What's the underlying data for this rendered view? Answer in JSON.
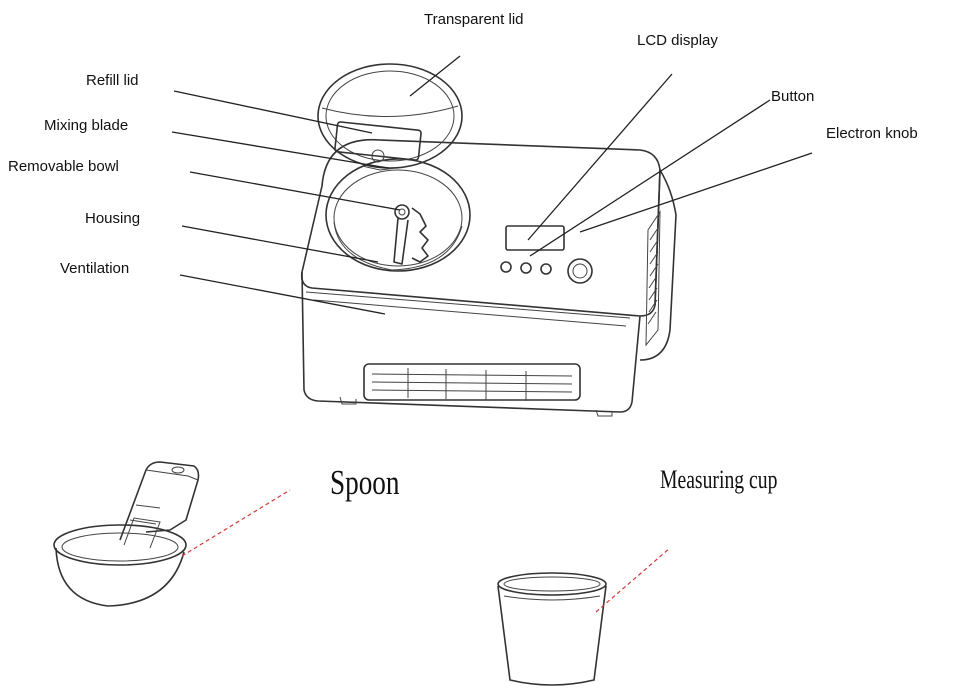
{
  "labels": {
    "transparent_lid": "Transparent lid",
    "lcd_display": "LCD display",
    "refill_lid": "Refill lid",
    "button": "Button",
    "mixing_blade": "Mixing blade",
    "electron_knob": "Electron knob",
    "removable_bowl": "Removable bowl",
    "housing": "Housing",
    "ventilation": "Ventilation"
  },
  "accessories": {
    "spoon": "Spoon",
    "measuring_cup": "Measuring cup"
  },
  "colors": {
    "line": "#222222",
    "accessory_leader": "#d23a3a"
  }
}
